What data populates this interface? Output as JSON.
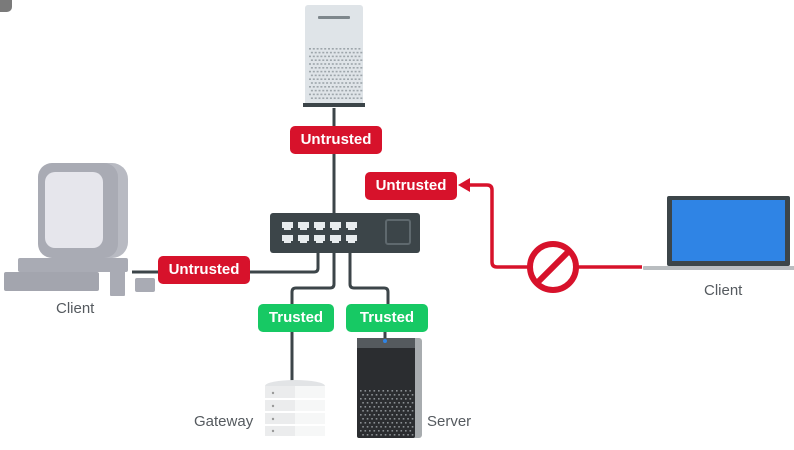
{
  "diagram": {
    "labels": {
      "untrusted_top": "Untrusted",
      "untrusted_right": "Untrusted",
      "untrusted_left": "Untrusted",
      "trusted_gateway": "Trusted",
      "trusted_server": "Trusted"
    },
    "nodes": {
      "client_left": "Client",
      "client_right": "Client",
      "gateway": "Gateway",
      "server": "Server"
    },
    "colors": {
      "untrusted": "#d7122b",
      "trusted": "#17c964",
      "line": "#3c4549",
      "blocked_line": "#d7122b",
      "laptop_screen": "#2f84e5"
    }
  }
}
